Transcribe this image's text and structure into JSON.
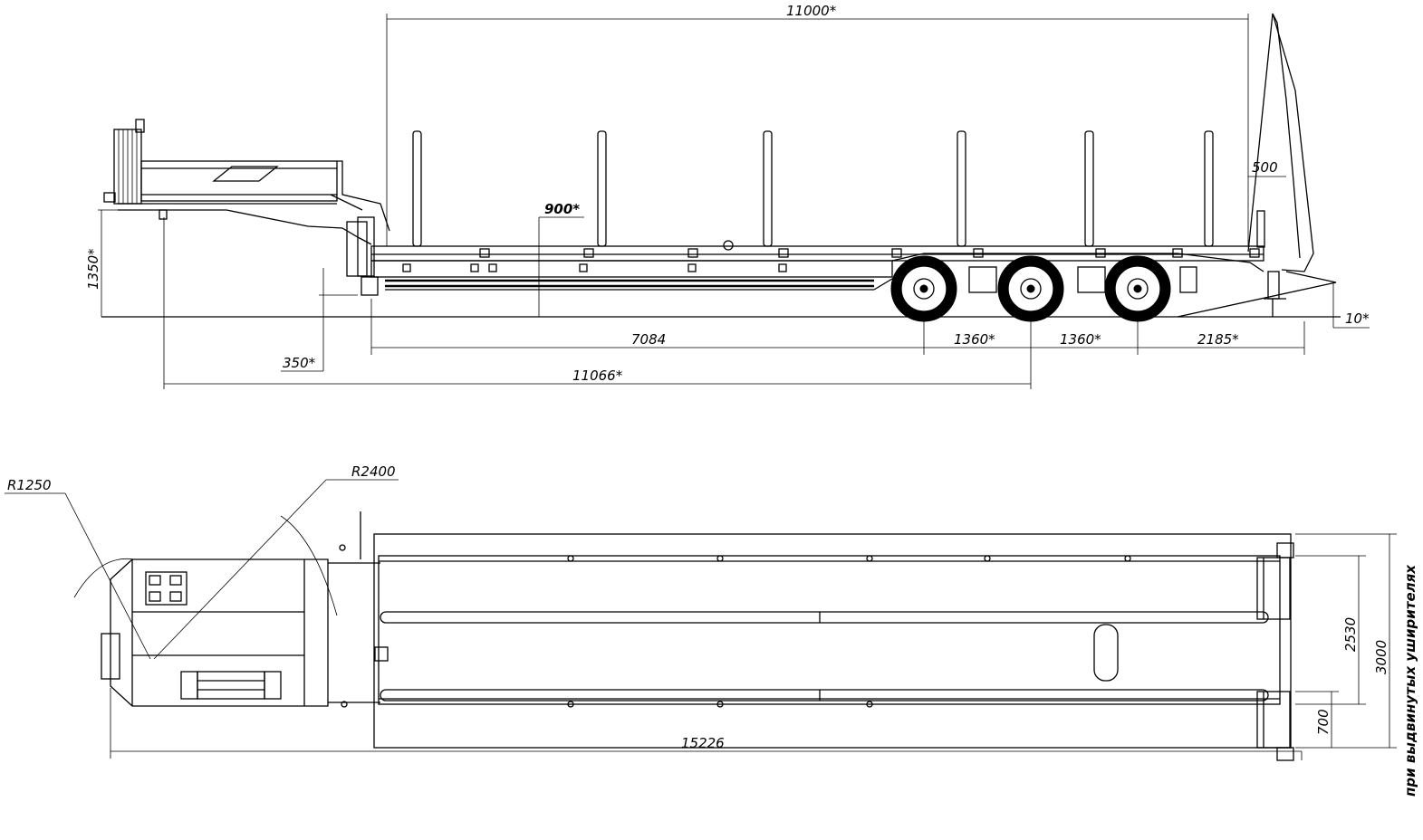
{
  "dimensions": {
    "top_length": "11000*",
    "stake_offset": "500",
    "platform_height": "900*",
    "coupling_height": "1350*",
    "support_height": "350*",
    "deck_to_axle": "7084",
    "axle_spacing_1": "1360*",
    "axle_spacing_2": "1360*",
    "rear_overhang": "2185*",
    "ramp_clearance": "10*",
    "kingpin_to_axle": "11066*",
    "radius_front": "R1250",
    "radius_swing": "R2400",
    "inner_width": "2530",
    "outer_width": "3000",
    "ramp_width": "700",
    "total_length": "15226",
    "extended_note": "при выдвинутых уширителях"
  },
  "colors": {
    "line": "#000000",
    "background": "#ffffff"
  }
}
